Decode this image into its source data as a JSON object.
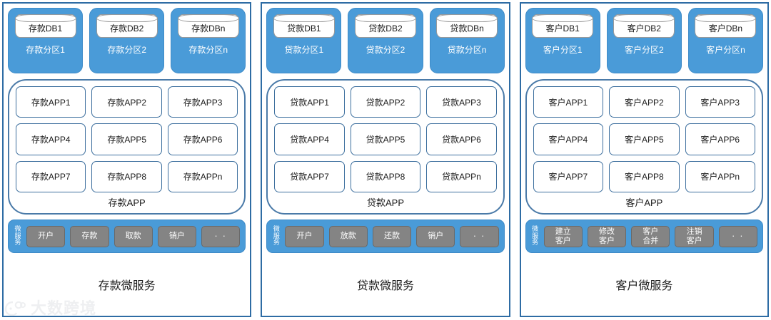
{
  "watermark": {
    "text": "大数跨境",
    "mark": "circle-logo-icon"
  },
  "columns": [
    {
      "id": "deposit",
      "title": "存款微服务",
      "partitions": [
        {
          "db": "存款DB1",
          "label": "存款分区1"
        },
        {
          "db": "存款DB2",
          "label": "存款分区2"
        },
        {
          "db": "存款DBn",
          "label": "存款分区n"
        }
      ],
      "apps": [
        "存款APP1",
        "存款APP2",
        "存款APP3",
        "存款APP4",
        "存款APP5",
        "存款APP6",
        "存款APP7",
        "存款APP8",
        "存款APPn"
      ],
      "app_caption": "存款APP",
      "ms_label": "微\n服\n务",
      "ms_chips": [
        "开户",
        "存款",
        "取款",
        "销户",
        ". ."
      ]
    },
    {
      "id": "loan",
      "title": "贷款微服务",
      "partitions": [
        {
          "db": "贷款DB1",
          "label": "贷款分区1"
        },
        {
          "db": "贷款DB2",
          "label": "贷款分区2"
        },
        {
          "db": "贷款DBn",
          "label": "贷款分区n"
        }
      ],
      "apps": [
        "贷款APP1",
        "贷款APP2",
        "贷款APP3",
        "贷款APP4",
        "贷款APP5",
        "贷款APP6",
        "贷款APP7",
        "贷款APP8",
        "贷款APPn"
      ],
      "app_caption": "贷款APP",
      "ms_label": "微\n服\n务",
      "ms_chips": [
        "开户",
        "放款",
        "还款",
        "销户",
        ". ."
      ]
    },
    {
      "id": "customer",
      "title": "客户微服务",
      "partitions": [
        {
          "db": "客户DB1",
          "label": "客户分区1"
        },
        {
          "db": "客户DB2",
          "label": "客户分区2"
        },
        {
          "db": "客户DBn",
          "label": "客户分区n"
        }
      ],
      "apps": [
        "客户APP1",
        "客户APP2",
        "客户APP3",
        "客户APP4",
        "客户APP5",
        "客户APP6",
        "客户APP7",
        "客户APP8",
        "客户APPn"
      ],
      "app_caption": "客户APP",
      "ms_label": "微\n服\n务",
      "ms_chips": [
        "建立\n客户",
        "修改\n客户",
        "客户\n合并",
        "注销\n客户",
        ". ."
      ]
    }
  ],
  "colors": {
    "blue_fill": "#4a9bd8",
    "panel_border": "#2e6ca4",
    "app_border": "#3d6f9e",
    "chip_gray": "#848484",
    "text": "#1a1a1a"
  }
}
